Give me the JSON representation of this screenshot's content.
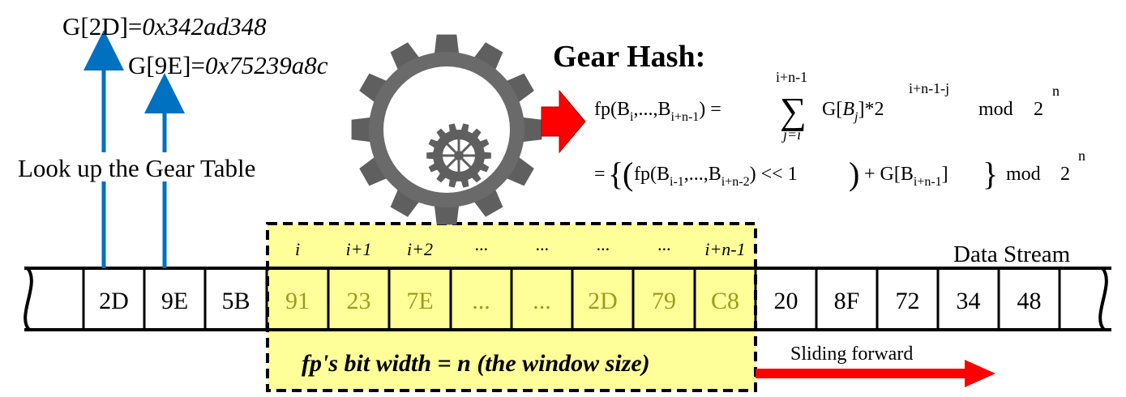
{
  "lookup": {
    "entries": [
      {
        "key": "G[2D]=",
        "value": "0x342ad348"
      },
      {
        "key": "G[9E]=",
        "value": "0x75239a8c"
      }
    ],
    "caption": "Look up the Gear Table"
  },
  "gear_hash": {
    "title": "Gear Hash:",
    "fp_label": "fp(B",
    "sub_i": "i",
    "dots": ",...,B",
    "sub_i_n_1": "i+n-1",
    "close_eq": ") =",
    "sigma": "∑",
    "sum_upper": "i+n-1",
    "sum_lower": "j=i",
    "g_open": "G[",
    "bj": "B",
    "bj_sub": "j",
    "g_close": "]*2",
    "exp1": "i+n-1-j",
    "mod": "mod",
    "two": "2",
    "exp_n": "n",
    "line2_eq": "=",
    "fp2": "fp(B",
    "sub_i_1": "i-1",
    "sub_i_n_2": "i+n-2",
    "shift": ") << 1",
    "plus_g": "+ G[B",
    "g2_close": "]"
  },
  "window": {
    "indices": [
      "i",
      "i+1",
      "i+2",
      "···",
      "···",
      "···",
      "···",
      "i+n-1"
    ],
    "caption": "fp's bit width = n (the window size)"
  },
  "stream": {
    "label": "Data Stream",
    "cells_before": [
      "",
      "2D",
      "9E",
      "5B"
    ],
    "cells_window": [
      "91",
      "23",
      "7E",
      "...",
      "...",
      "2D",
      "79",
      "C8"
    ],
    "cells_after": [
      "20",
      "8F",
      "72",
      "34",
      "48",
      ""
    ]
  },
  "sliding": {
    "label": "Sliding forward"
  },
  "colors": {
    "blue_arrow": "#0070c0",
    "red_arrow": "#ff0000",
    "window_fill": "#ffff99",
    "olive_text": "#9c9c1e",
    "gear": "#5f5f5f"
  },
  "icons": [
    "gear-icon",
    "small-gear-icon"
  ]
}
